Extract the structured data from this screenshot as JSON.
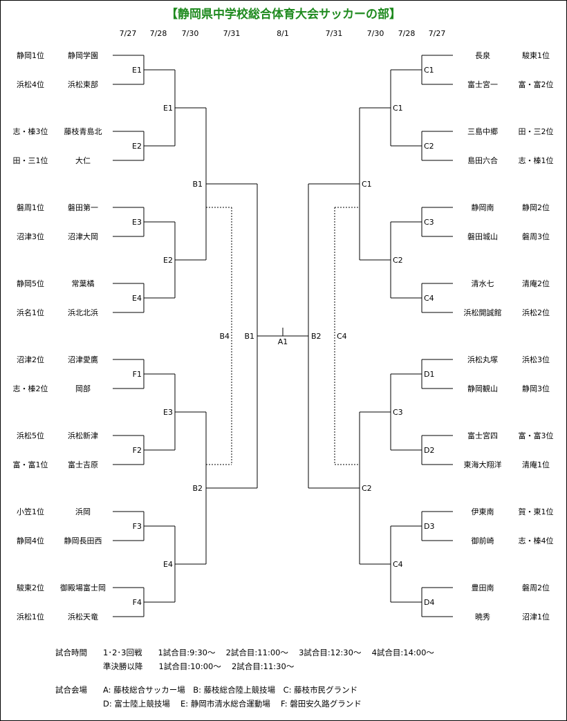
{
  "title": "【静岡県中学校総合体育大会サッカーの部】",
  "dates": [
    "7/27",
    "7/28",
    "7/30",
    "7/31",
    "8/1",
    "7/31",
    "7/30",
    "7/28",
    "7/27"
  ],
  "left_teams": [
    {
      "seed": "静岡1位",
      "school": "静岡学園"
    },
    {
      "seed": "浜松4位",
      "school": "浜松東部"
    },
    {
      "seed": "志・榛3位",
      "school": "藤枝青島北"
    },
    {
      "seed": "田・三1位",
      "school": "大仁"
    },
    {
      "seed": "磐周1位",
      "school": "磐田第一"
    },
    {
      "seed": "沼津3位",
      "school": "沼津大岡"
    },
    {
      "seed": "静岡5位",
      "school": "常葉橘"
    },
    {
      "seed": "浜名1位",
      "school": "浜北北浜"
    },
    {
      "seed": "沼津2位",
      "school": "沼津愛鷹"
    },
    {
      "seed": "志・榛2位",
      "school": "岡部"
    },
    {
      "seed": "浜松5位",
      "school": "浜松新津"
    },
    {
      "seed": "富・富1位",
      "school": "富士吉原"
    },
    {
      "seed": "小笠1位",
      "school": "浜岡"
    },
    {
      "seed": "静岡4位",
      "school": "静岡長田西"
    },
    {
      "seed": "駿東2位",
      "school": "御殿場富士岡"
    },
    {
      "seed": "浜松1位",
      "school": "浜松天竜"
    }
  ],
  "right_teams": [
    {
      "school": "長泉",
      "seed": "駿東1位"
    },
    {
      "school": "富士宮一",
      "seed": "富・富2位"
    },
    {
      "school": "三島中郷",
      "seed": "田・三2位"
    },
    {
      "school": "島田六合",
      "seed": "志・榛1位"
    },
    {
      "school": "静岡南",
      "seed": "静岡2位"
    },
    {
      "school": "磐田城山",
      "seed": "磐周3位"
    },
    {
      "school": "清水七",
      "seed": "清庵2位"
    },
    {
      "school": "浜松開誠館",
      "seed": "浜松2位"
    },
    {
      "school": "浜松丸塚",
      "seed": "浜松3位"
    },
    {
      "school": "静岡観山",
      "seed": "静岡3位"
    },
    {
      "school": "富士宮四",
      "seed": "富・富3位"
    },
    {
      "school": "東海大翔洋",
      "seed": "清庵1位"
    },
    {
      "school": "伊東南",
      "seed": "賀・東1位"
    },
    {
      "school": "御前崎",
      "seed": "志・榛4位"
    },
    {
      "school": "豊田南",
      "seed": "磐周2位"
    },
    {
      "school": "暁秀",
      "seed": "沼津1位"
    }
  ],
  "left_r1": [
    "E1",
    "E2",
    "E3",
    "E4",
    "F1",
    "F2",
    "F3",
    "F4"
  ],
  "left_r2": [
    "E1",
    "E2",
    "E3",
    "E4"
  ],
  "left_r3": [
    "B1",
    "B2"
  ],
  "left_r4": "B1",
  "left_third": "B4",
  "right_r1": [
    "C1",
    "C2",
    "C3",
    "C4",
    "D1",
    "D2",
    "D3",
    "D4"
  ],
  "right_r2": [
    "C1",
    "C2",
    "C3",
    "C4"
  ],
  "right_r3": [
    "C1",
    "C2"
  ],
  "right_r4": "B2",
  "right_third": "C4",
  "final": "A1",
  "notes": {
    "time_label": "試合時間",
    "time_r123": "1･2･3回戦　　1試合目:9:30～　 2試合目:11:00～　 3試合目:12:30～　 4試合目:14:00～",
    "time_sf": "準決勝以降　　1試合目:10:00～　 2試合目:11:30～",
    "venue_label": "試合会場",
    "venue_1": "A: 藤枝総合サッカー場　B: 藤枝総合陸上競技場　C: 藤枝市民グランド",
    "venue_2": "D: 富士陸上競技場　 E: 静岡市清水総合運動場　 F: 磐田安久路グランド"
  }
}
